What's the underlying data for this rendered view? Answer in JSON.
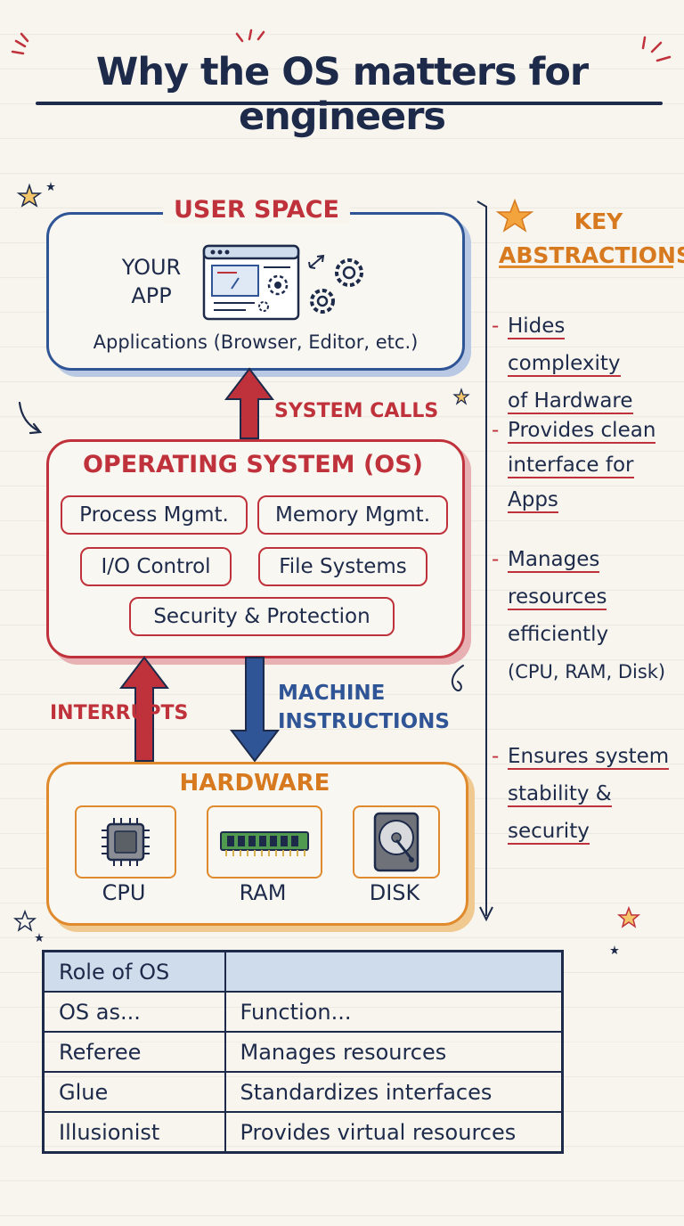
{
  "title": "Why the OS matters for engineers",
  "user_space": {
    "label": "USER SPACE",
    "app_label_line1": "YOUR",
    "app_label_line2": "APP",
    "apps_line": "Applications (Browser, Editor, etc.)"
  },
  "arrows": {
    "system_calls": "SYSTEM CALLS",
    "interrupts": "INTERRUPTS",
    "machine_instructions_line1": "MACHINE",
    "machine_instructions_line2": "INSTRUCTIONS"
  },
  "os": {
    "label": "OPERATING SYSTEM (OS)",
    "components": [
      "Process Mgmt.",
      "Memory Mgmt.",
      "I/O Control",
      "File Systems",
      "Security & Protection"
    ]
  },
  "hardware": {
    "label": "HARDWARE",
    "items": [
      "CPU",
      "RAM",
      "DISK"
    ]
  },
  "key_abstractions": {
    "title_line1": "KEY",
    "title_line2": "ABSTRACTIONS",
    "items": [
      {
        "lines": [
          "Hides complexity",
          "of Hardware"
        ]
      },
      {
        "lines": [
          "Provides clean",
          "interface for",
          "Apps"
        ]
      },
      {
        "lines": [
          "Manages",
          "resources",
          "efficiently",
          "(CPU, RAM, Disk)"
        ]
      },
      {
        "lines": [
          "Ensures system",
          "stability &",
          "security"
        ]
      }
    ]
  },
  "role_table": {
    "header": [
      "Role of OS",
      ""
    ],
    "rows": [
      [
        "OS as...",
        "Function..."
      ],
      [
        "Referee",
        "Manages resources"
      ],
      [
        "Glue",
        "Standardizes interfaces"
      ],
      [
        "Illusionist",
        "Provides virtual resources"
      ]
    ]
  },
  "colors": {
    "ink": "#1d2a4a",
    "red": "#c0323b",
    "blue": "#2f5596",
    "orange": "#e08a2e",
    "table_header": "#cfdcec"
  }
}
